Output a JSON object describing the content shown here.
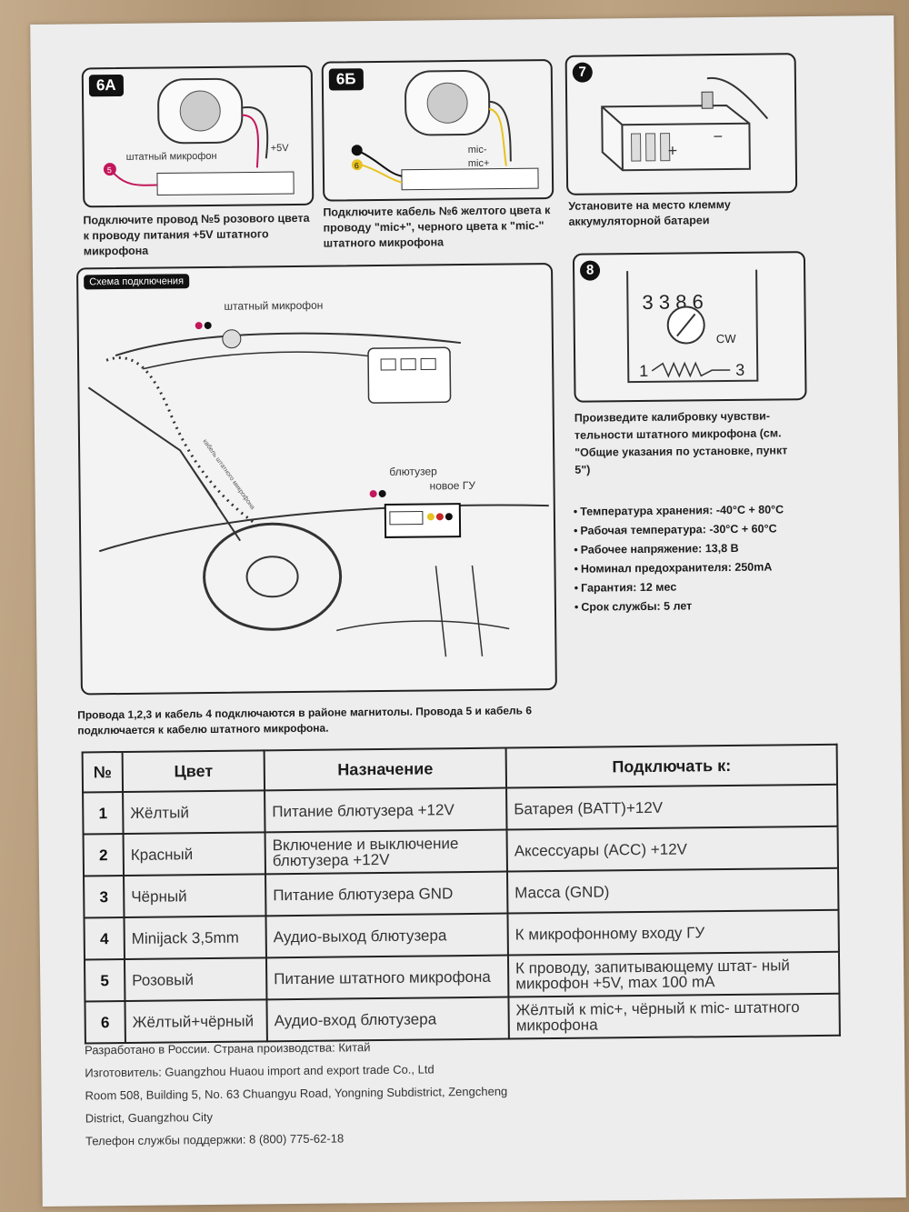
{
  "panels": {
    "p6a": {
      "badge": "6А",
      "mic_label": "штатный микрофон",
      "volt_label": "+5V",
      "wire_no": "5",
      "caption": "Подключите провод №5 розового цвета к проводу питания +5V штатного микрофона"
    },
    "p6b": {
      "badge": "6Б",
      "mic_minus": "mic-",
      "mic_plus": "mic+",
      "wire_no": "6",
      "caption": "Подключите кабель №6 желтого цвета к проводу \"mic+\", черного цвета к \"mic-\" штатного микрофона"
    },
    "p7": {
      "badge": "7",
      "plus": "+",
      "minus": "−",
      "caption": "Установите на место клемму аккумуляторной батареи"
    },
    "scheme": {
      "title": "Схема подключения",
      "mic_label": "штатный микрофон",
      "bt_label": "блютузер",
      "hu_label": "новое ГУ",
      "wire_label": "кабель штатного микрофона"
    },
    "p8": {
      "badge": "8",
      "dial_digits": "3 3 8 6",
      "cw": "CW",
      "left": "1",
      "right": "3",
      "caption": "Произведите калибровку чувстви- тельности штатного микрофона (см. \"Общие указания по установке, пункт 5\")"
    }
  },
  "specs": [
    "Температура хранения: -40°С + 80°С",
    "Рабочая температура: -30°С + 60°С",
    "Рабочее напряжение: 13,8 В",
    "Номинал предохранителя: 250mA",
    "Гарантия: 12 мес",
    "Срок службы: 5 лет"
  ],
  "note": "Провода 1,2,3 и кабель 4 подключаются в районе магнитолы. Провода 5 и кабель 6 подключается к кабелю штатного микрофона.",
  "table": {
    "headers": [
      "№",
      "Цвет",
      "Назначение",
      "Подключать к:"
    ],
    "rows": [
      [
        "1",
        "Жёлтый",
        "Питание блютузера +12V",
        "Батарея (BATT)+12V"
      ],
      [
        "2",
        "Красный",
        "Включение и выключение блютузера +12V",
        "Аксессуары (ACC) +12V"
      ],
      [
        "3",
        "Чёрный",
        "Питание блютузера GND",
        "Масса (GND)"
      ],
      [
        "4",
        "Minijack 3,5mm",
        "Аудио-выход блютузера",
        "К микрофонному входу ГУ"
      ],
      [
        "5",
        "Розовый",
        "Питание штатного микрофона",
        "К проводу, запитывающему штат- ный микрофон +5V, max 100 mA"
      ],
      [
        "6",
        "Жёлтый+чёрный",
        "Аудио-вход блютузера",
        "Жёлтый к mic+, чёрный к mic- штатного микрофона"
      ]
    ]
  },
  "footer": [
    "Разработано в России. Страна производства: Китай",
    "Изготовитель: Guangzhou Huaou import and export trade Co., Ltd",
    "Room 508, Building 5, No. 63 Chuangyu Road, Yongning Subdistrict, Zengcheng",
    "District, Guangzhou City",
    "Телефон службы поддержки: 8 (800) 775-62-18"
  ],
  "colors": {
    "pink": "#c2185b",
    "yellow": "#e8c21f",
    "red": "#c62828",
    "black": "#111111"
  }
}
